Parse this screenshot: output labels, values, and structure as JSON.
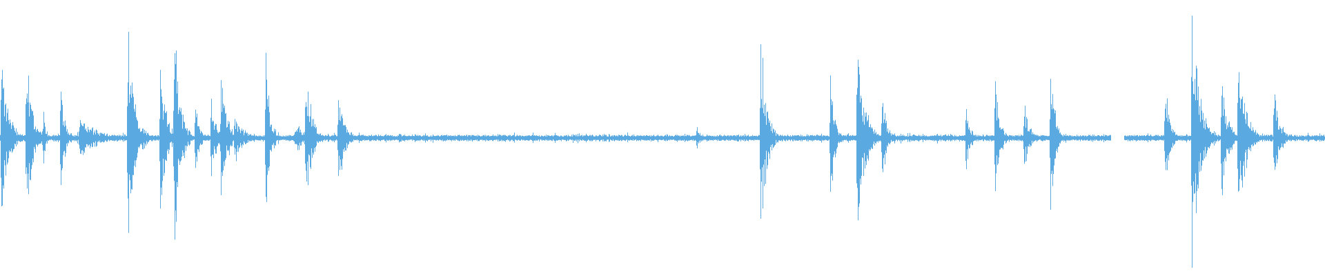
{
  "waveform": {
    "color": "#5aa9e0",
    "baseline_gaps": [
      [
        1610,
        1628
      ]
    ],
    "bursts": [
      {
        "at": 2,
        "amp": 0.3,
        "spread": 10
      },
      {
        "at": 38,
        "amp": 0.32,
        "spread": 8
      },
      {
        "at": 62,
        "amp": 0.12,
        "spread": 4
      },
      {
        "at": 88,
        "amp": 0.22,
        "spread": 6
      },
      {
        "at": 115,
        "amp": 0.07,
        "spread": 30
      },
      {
        "at": 185,
        "amp": 0.4,
        "spread": 10
      },
      {
        "at": 232,
        "amp": 0.32,
        "spread": 8
      },
      {
        "at": 252,
        "amp": 0.46,
        "spread": 8
      },
      {
        "at": 283,
        "amp": 0.12,
        "spread": 6
      },
      {
        "at": 306,
        "amp": 0.18,
        "spread": 6
      },
      {
        "at": 320,
        "amp": 0.26,
        "spread": 8
      },
      {
        "at": 340,
        "amp": 0.1,
        "spread": 12
      },
      {
        "at": 385,
        "amp": 0.32,
        "spread": 6
      },
      {
        "at": 427,
        "amp": 0.06,
        "spread": 16
      },
      {
        "at": 443,
        "amp": 0.28,
        "spread": 8
      },
      {
        "at": 490,
        "amp": 0.22,
        "spread": 8
      },
      {
        "at": 1010,
        "amp": 0.06,
        "spread": 4
      },
      {
        "at": 1102,
        "amp": 0.4,
        "spread": 8
      },
      {
        "at": 1203,
        "amp": 0.25,
        "spread": 6
      },
      {
        "at": 1242,
        "amp": 0.4,
        "spread": 10
      },
      {
        "at": 1278,
        "amp": 0.18,
        "spread": 6
      },
      {
        "at": 1400,
        "amp": 0.16,
        "spread": 5
      },
      {
        "at": 1442,
        "amp": 0.28,
        "spread": 6
      },
      {
        "at": 1484,
        "amp": 0.13,
        "spread": 8
      },
      {
        "at": 1522,
        "amp": 0.3,
        "spread": 6
      },
      {
        "at": 1688,
        "amp": 0.24,
        "spread": 6
      },
      {
        "at": 1727,
        "amp": 0.46,
        "spread": 12
      },
      {
        "at": 1770,
        "amp": 0.26,
        "spread": 8
      },
      {
        "at": 1794,
        "amp": 0.36,
        "spread": 10
      },
      {
        "at": 1846,
        "amp": 0.2,
        "spread": 8
      }
    ]
  }
}
